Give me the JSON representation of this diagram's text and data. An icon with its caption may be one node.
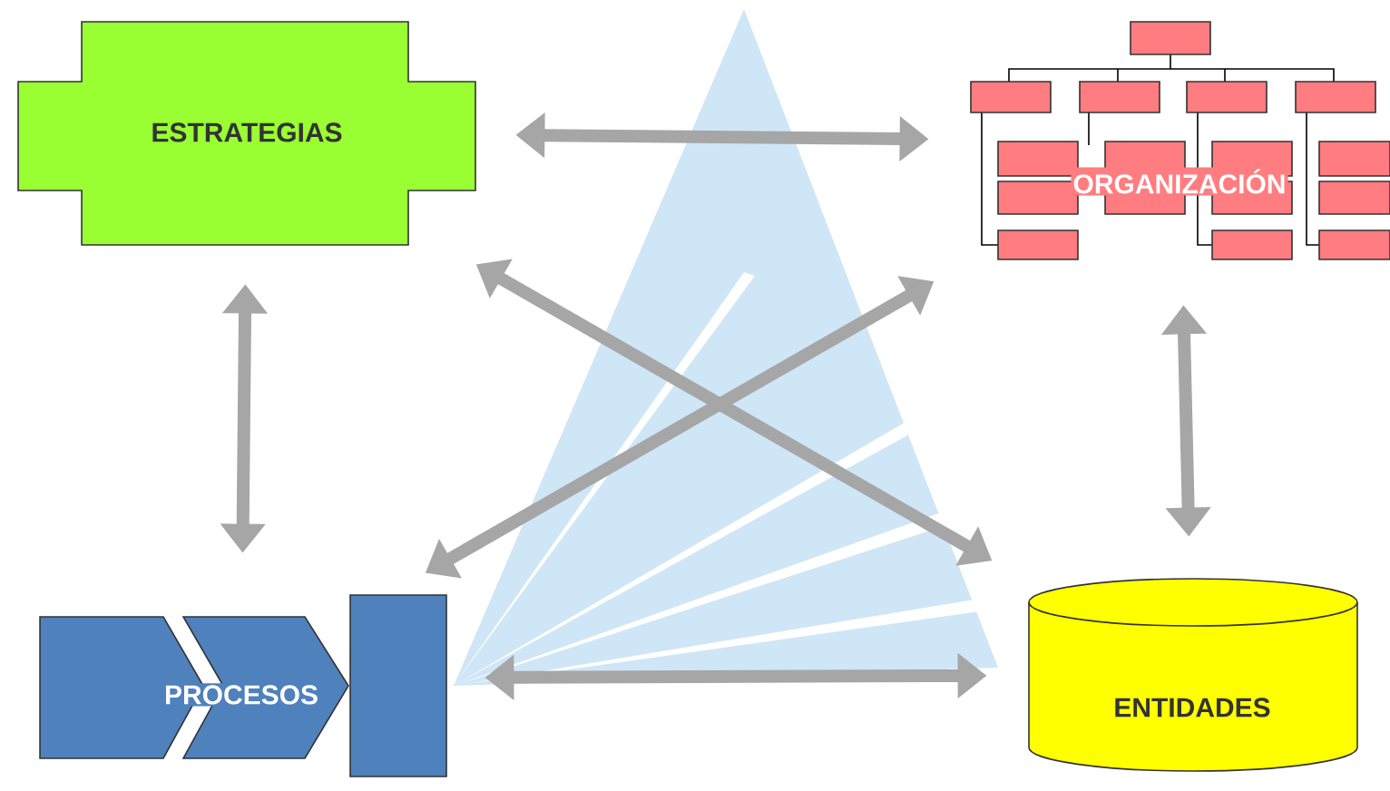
{
  "diagram": {
    "nodes": [
      {
        "text": [
          "ESTRATEGIAS"
        ]
      },
      {
        "text": [
          "ORGANIZACIÓN"
        ]
      },
      {
        "text": [
          "PROCESOS"
        ]
      },
      {
        "text": [
          "ENTIDADES"
        ]
      }
    ],
    "edges": [
      {
        "from": 0,
        "to": 1,
        "arrow": "both"
      },
      {
        "from": 0,
        "to": 2,
        "arrow": "both"
      },
      {
        "from": 1,
        "to": 3,
        "arrow": "both"
      },
      {
        "from": 2,
        "to": 3,
        "arrow": "both"
      },
      {
        "from": 0,
        "to": 3,
        "arrow": "both"
      },
      {
        "from": 2,
        "to": 1,
        "arrow": "both"
      }
    ]
  }
}
